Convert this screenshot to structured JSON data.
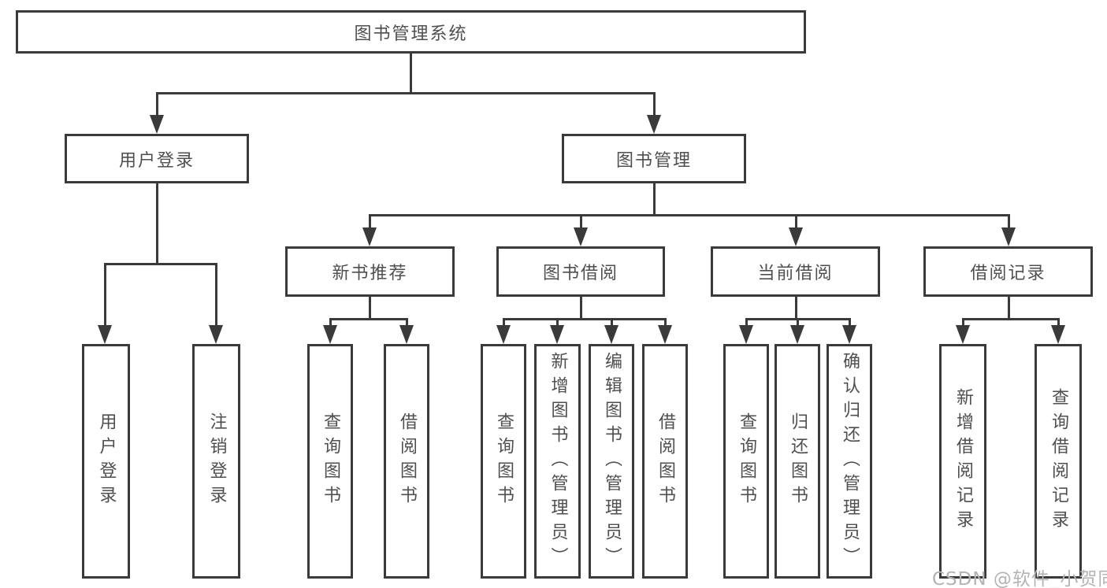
{
  "tree": {
    "root": {
      "label": "图书管理系统"
    },
    "branches": [
      {
        "label": "用户登录",
        "children": [
          {
            "label": "用户登录"
          },
          {
            "label": "注销登录"
          }
        ]
      },
      {
        "label": "图书管理",
        "children": [
          {
            "label": "新书推荐",
            "children": [
              {
                "label": "查询图书"
              },
              {
                "label": "借阅图书"
              }
            ]
          },
          {
            "label": "图书借阅",
            "children": [
              {
                "label": "查询图书"
              },
              {
                "label": "新增图书（管理员）"
              },
              {
                "label": "编辑图书（管理员）"
              },
              {
                "label": "借阅图书"
              }
            ]
          },
          {
            "label": "当前借阅",
            "children": [
              {
                "label": "查询图书"
              },
              {
                "label": "归还图书"
              },
              {
                "label": "确认归还（管理员）"
              }
            ]
          },
          {
            "label": "借阅记录",
            "children": [
              {
                "label": "新增借阅记录"
              },
              {
                "label": "查询借阅记录"
              }
            ]
          }
        ]
      }
    ]
  },
  "watermark": {
    "text": "CSDN @软件_小贺同学"
  },
  "colors": {
    "line": "#3a3a3a",
    "text": "#4f4f4f",
    "watermark": "#b3b3b3",
    "background": "#ffffff"
  }
}
